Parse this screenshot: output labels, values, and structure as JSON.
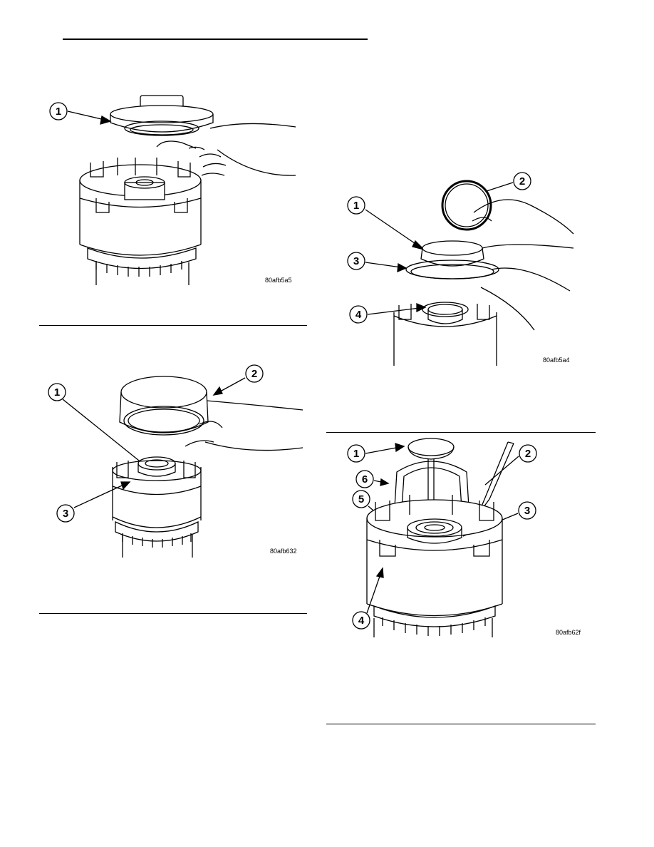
{
  "figures": [
    {
      "id": "fig1",
      "code": "80afb5a5",
      "callouts": [
        "1"
      ]
    },
    {
      "id": "fig2",
      "code": "80afb5a4",
      "callouts": [
        "2",
        "1",
        "3",
        "4"
      ]
    },
    {
      "id": "fig3",
      "code": "80afb632",
      "callouts": [
        "2",
        "1",
        "3"
      ]
    },
    {
      "id": "fig4",
      "code": "80afb62f",
      "callouts": [
        "1",
        "2",
        "6",
        "5",
        "3",
        "4"
      ]
    }
  ]
}
